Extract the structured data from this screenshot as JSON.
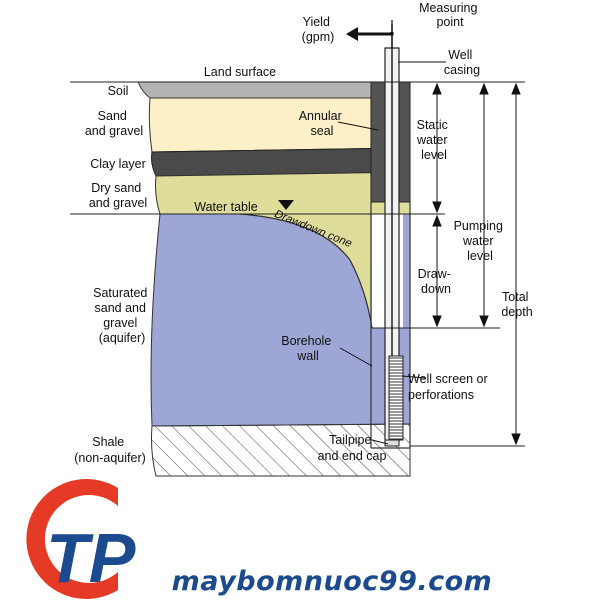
{
  "labels": {
    "yield": [
      "Yield",
      "(gpm)"
    ],
    "measuring_point": [
      "Measuring",
      "point"
    ],
    "well_casing": [
      "Well",
      "casing"
    ],
    "land_surface": "Land surface",
    "soil": "Soil",
    "sand_gravel": [
      "Sand",
      "and gravel"
    ],
    "clay_layer": "Clay layer",
    "dry_sand_gravel": [
      "Dry sand",
      "and gravel"
    ],
    "annular_seal": [
      "Annular",
      "seal"
    ],
    "static_water_level": [
      "Static",
      "water",
      "level"
    ],
    "water_table": "Water table",
    "drawdown_cone": "Drawdown cone",
    "pumping_water_level": [
      "Pumping",
      "water",
      "level"
    ],
    "drawdown": [
      "Draw-",
      "down"
    ],
    "total_depth": [
      "Total",
      "depth"
    ],
    "saturated": [
      "Saturated",
      "sand and",
      "gravel",
      "(aquifer)"
    ],
    "borehole_wall": [
      "Borehole",
      "wall"
    ],
    "well_screen": [
      "Well screen or",
      "perforations"
    ],
    "shale": [
      "Shale",
      "(non-aquifer)"
    ],
    "tailpipe": [
      "Tailpipe",
      "and end cap"
    ]
  },
  "watermark": {
    "logo_letters": "TP",
    "site": "maybomnuoc99.com"
  },
  "colors": {
    "soil": "#b4b4b4",
    "sand_gravel": "#fbf0c8",
    "clay": "#4a4a4a",
    "dry_sand": "#dedd9a",
    "aquifer": "#9ea6d6",
    "casing": "#f2f2f2",
    "seal": "#545454",
    "outline": "#222222",
    "brand_red": "#e53a26",
    "brand_blue": "#1b4a8f"
  }
}
